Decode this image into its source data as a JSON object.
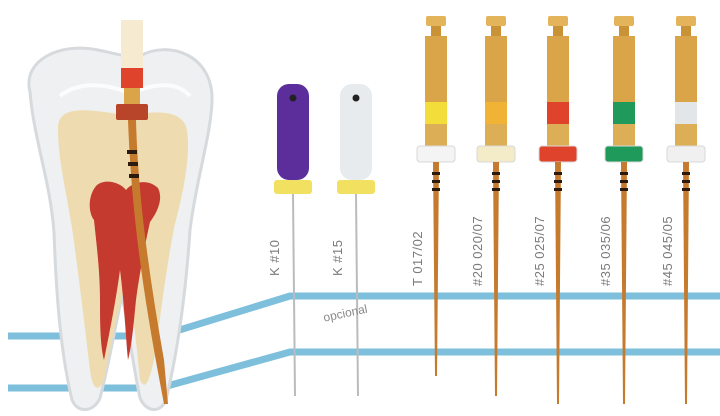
{
  "colors": {
    "guide_line": "#7ec0dc",
    "tooth_shell": "#eef0f2",
    "tooth_outline": "#d6dadd",
    "dentin": "#eedcb0",
    "pulp": "#c43a2f",
    "file_copper": "#c67a2e",
    "handle_gold": "#d9a548"
  },
  "labels": {
    "optional": "opcional"
  },
  "files": [
    {
      "label": "K #10",
      "type": "hand",
      "handle_color": "#5b2e9c",
      "stop_color": "#f2e060",
      "ring_color": ""
    },
    {
      "label": "K #15",
      "type": "hand",
      "handle_color": "#e7ebee",
      "stop_color": "#f2e060",
      "ring_color": ""
    },
    {
      "label": "T 017/02",
      "type": "rotary",
      "handle_color": "#d9a548",
      "stop_color": "#f4f4f4",
      "ring_color": "#f2dd3a"
    },
    {
      "label": "#20 020/07",
      "type": "rotary",
      "handle_color": "#d9a548",
      "stop_color": "#f4ecc8",
      "ring_color": "#f0b336"
    },
    {
      "label": "#25 025/07",
      "type": "rotary",
      "handle_color": "#d9a548",
      "stop_color": "#e0432c",
      "ring_color": "#e0432c"
    },
    {
      "label": "#35 035/06",
      "type": "rotary",
      "handle_color": "#d9a548",
      "stop_color": "#1f9a5a",
      "ring_color": "#1f9a5a"
    },
    {
      "label": "#45 045/05",
      "type": "rotary",
      "handle_color": "#d9a548",
      "stop_color": "#f0f0f0",
      "ring_color": "#e3e6e9"
    }
  ]
}
